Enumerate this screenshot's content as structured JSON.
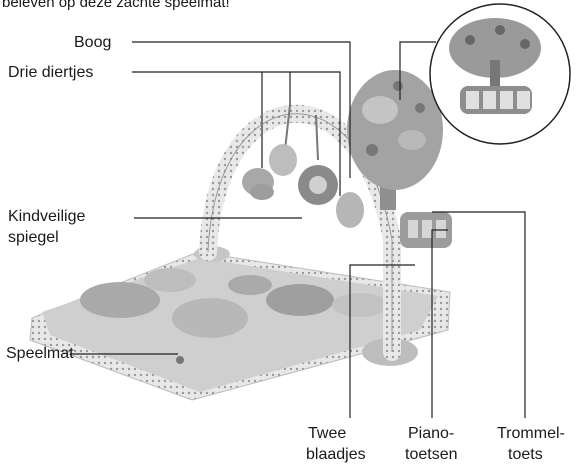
{
  "intro_text": "beleven op deze zachte speelmat!",
  "labels": {
    "boog": "Boog",
    "drie_diertjes": "Drie diertjes",
    "spiegel_1": "Kindveilige",
    "spiegel_2": "spiegel",
    "speelmat": "Speelmat",
    "twee_1": "Twee",
    "twee_2": "blaadjes",
    "piano_1": "Piano-",
    "piano_2": "toetsen",
    "trommel_1": "Trommel-",
    "trommel_2": "toets"
  },
  "colors": {
    "line": "#222222",
    "arch": "#c9c9c9",
    "mat": "#d6d6d6",
    "tree": "#9a9a9a"
  }
}
